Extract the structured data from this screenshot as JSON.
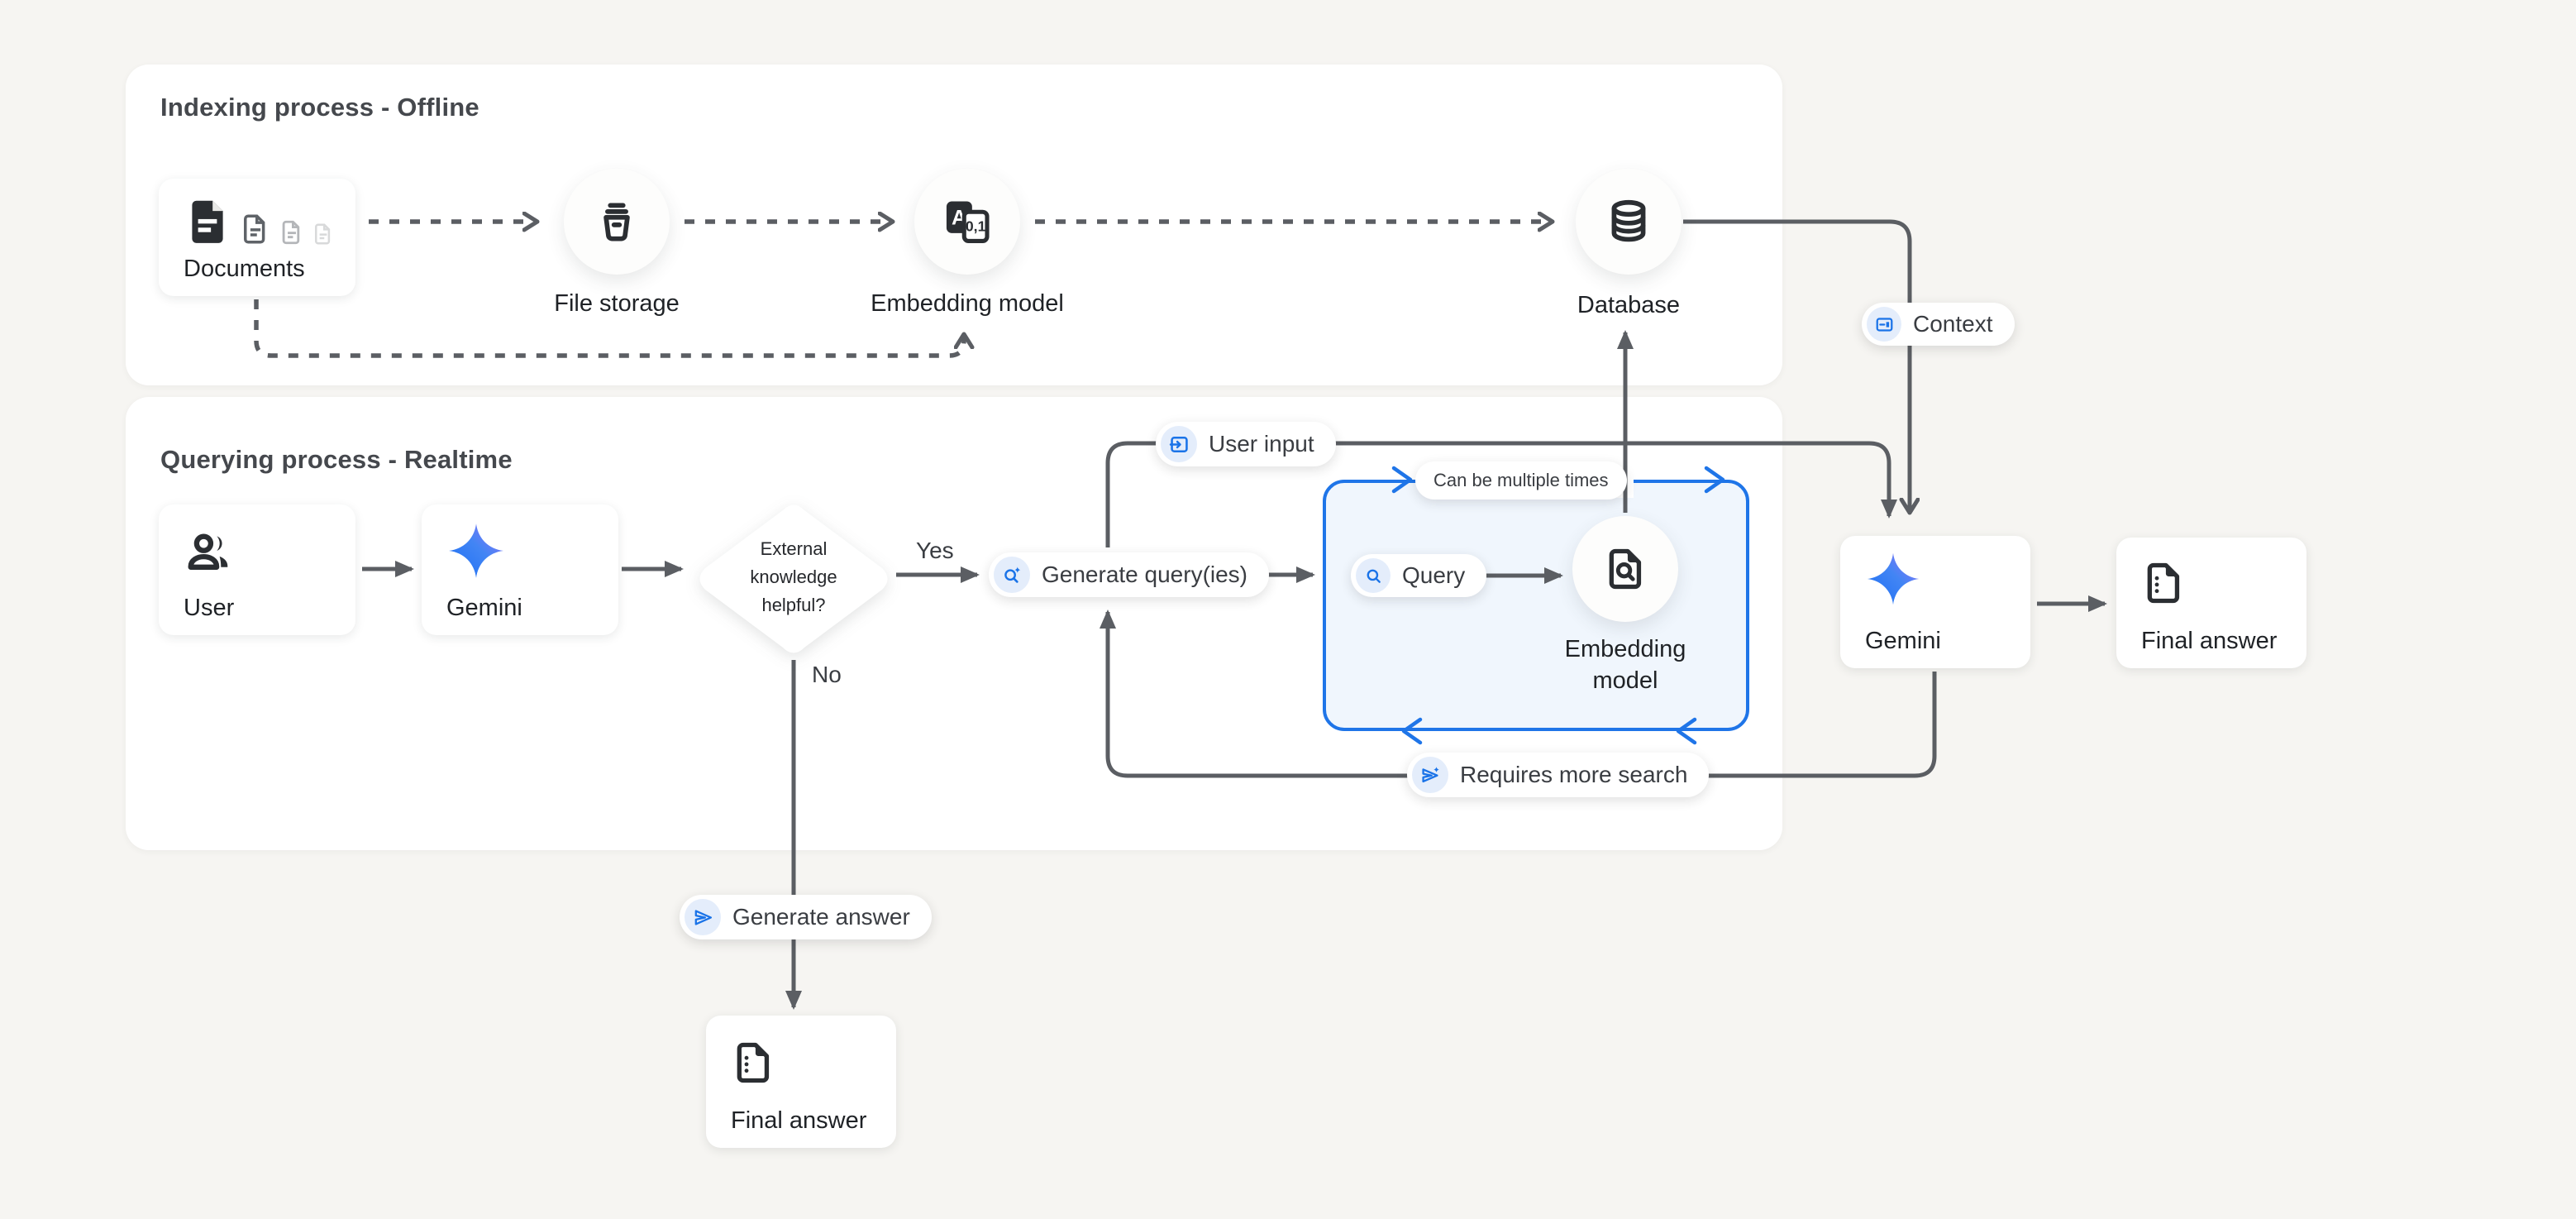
{
  "colors": {
    "background": "#f6f5f2",
    "card": "#ffffff",
    "line": "#5b5e63",
    "accent_blue": "#1a73e8",
    "loop_fill": "#f0f6fd",
    "loop_border": "#1f75e8",
    "icon_chip_bg": "#e4edfb",
    "gemini_gradient": [
      "#217bfe",
      "#9168f8"
    ],
    "text_dark": "#1f2226",
    "text_title": "#45484d"
  },
  "indexing": {
    "title": "Indexing process - Offline",
    "documents": {
      "label": "Documents",
      "icon": "documents-icon"
    },
    "file_storage": {
      "label": "File storage",
      "icon": "storage-bucket-icon"
    },
    "embedding_model": {
      "label": "Embedding model",
      "icon": "text-to-numbers-icon"
    },
    "database": {
      "label": "Database",
      "icon": "database-icon"
    },
    "context_tag": {
      "label": "Context",
      "icon": "article-icon"
    }
  },
  "querying": {
    "title": "Querying process - Realtime",
    "user": {
      "label": "User",
      "icon": "users-icon"
    },
    "gemini": {
      "label": "Gemini",
      "icon": "gemini-star-icon"
    },
    "decision": {
      "lines": [
        "External",
        "knowledge",
        "helpful?"
      ],
      "yes_label": "Yes",
      "no_label": "No"
    },
    "generate_queries_tag": {
      "label": "Generate query(ies)",
      "icon": "search-spark-icon"
    },
    "user_input_tag": {
      "label": "User input",
      "icon": "input-icon"
    },
    "loop_box": {
      "note": "Can be multiple times",
      "query_tag": {
        "label": "Query",
        "icon": "search-icon"
      },
      "embedding_model": {
        "lines": [
          "Embedding",
          "model"
        ],
        "icon": "doc-search-icon"
      }
    },
    "requires_more_search_tag": {
      "label": "Requires more search",
      "icon": "send-spark-icon"
    },
    "generate_answer_tag": {
      "label": "Generate answer",
      "icon": "send-icon"
    },
    "final_answer": {
      "label": "Final answer",
      "icon": "document-icon"
    }
  },
  "output": {
    "gemini": {
      "label": "Gemini",
      "icon": "gemini-star-icon"
    },
    "final_answer": {
      "label": "Final answer",
      "icon": "document-icon"
    }
  }
}
